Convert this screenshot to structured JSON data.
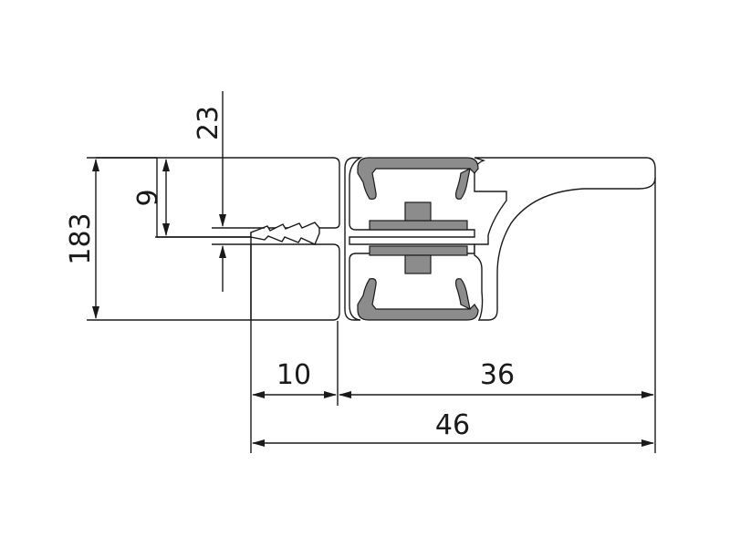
{
  "dimensions": {
    "height_total": "183",
    "offset_top": "23",
    "gap": "9",
    "width_left": "10",
    "width_right": "36",
    "width_total": "46"
  },
  "colors": {
    "line": "#1a1a1a",
    "gasket": "#8c8c8c",
    "background": "#ffffff"
  }
}
